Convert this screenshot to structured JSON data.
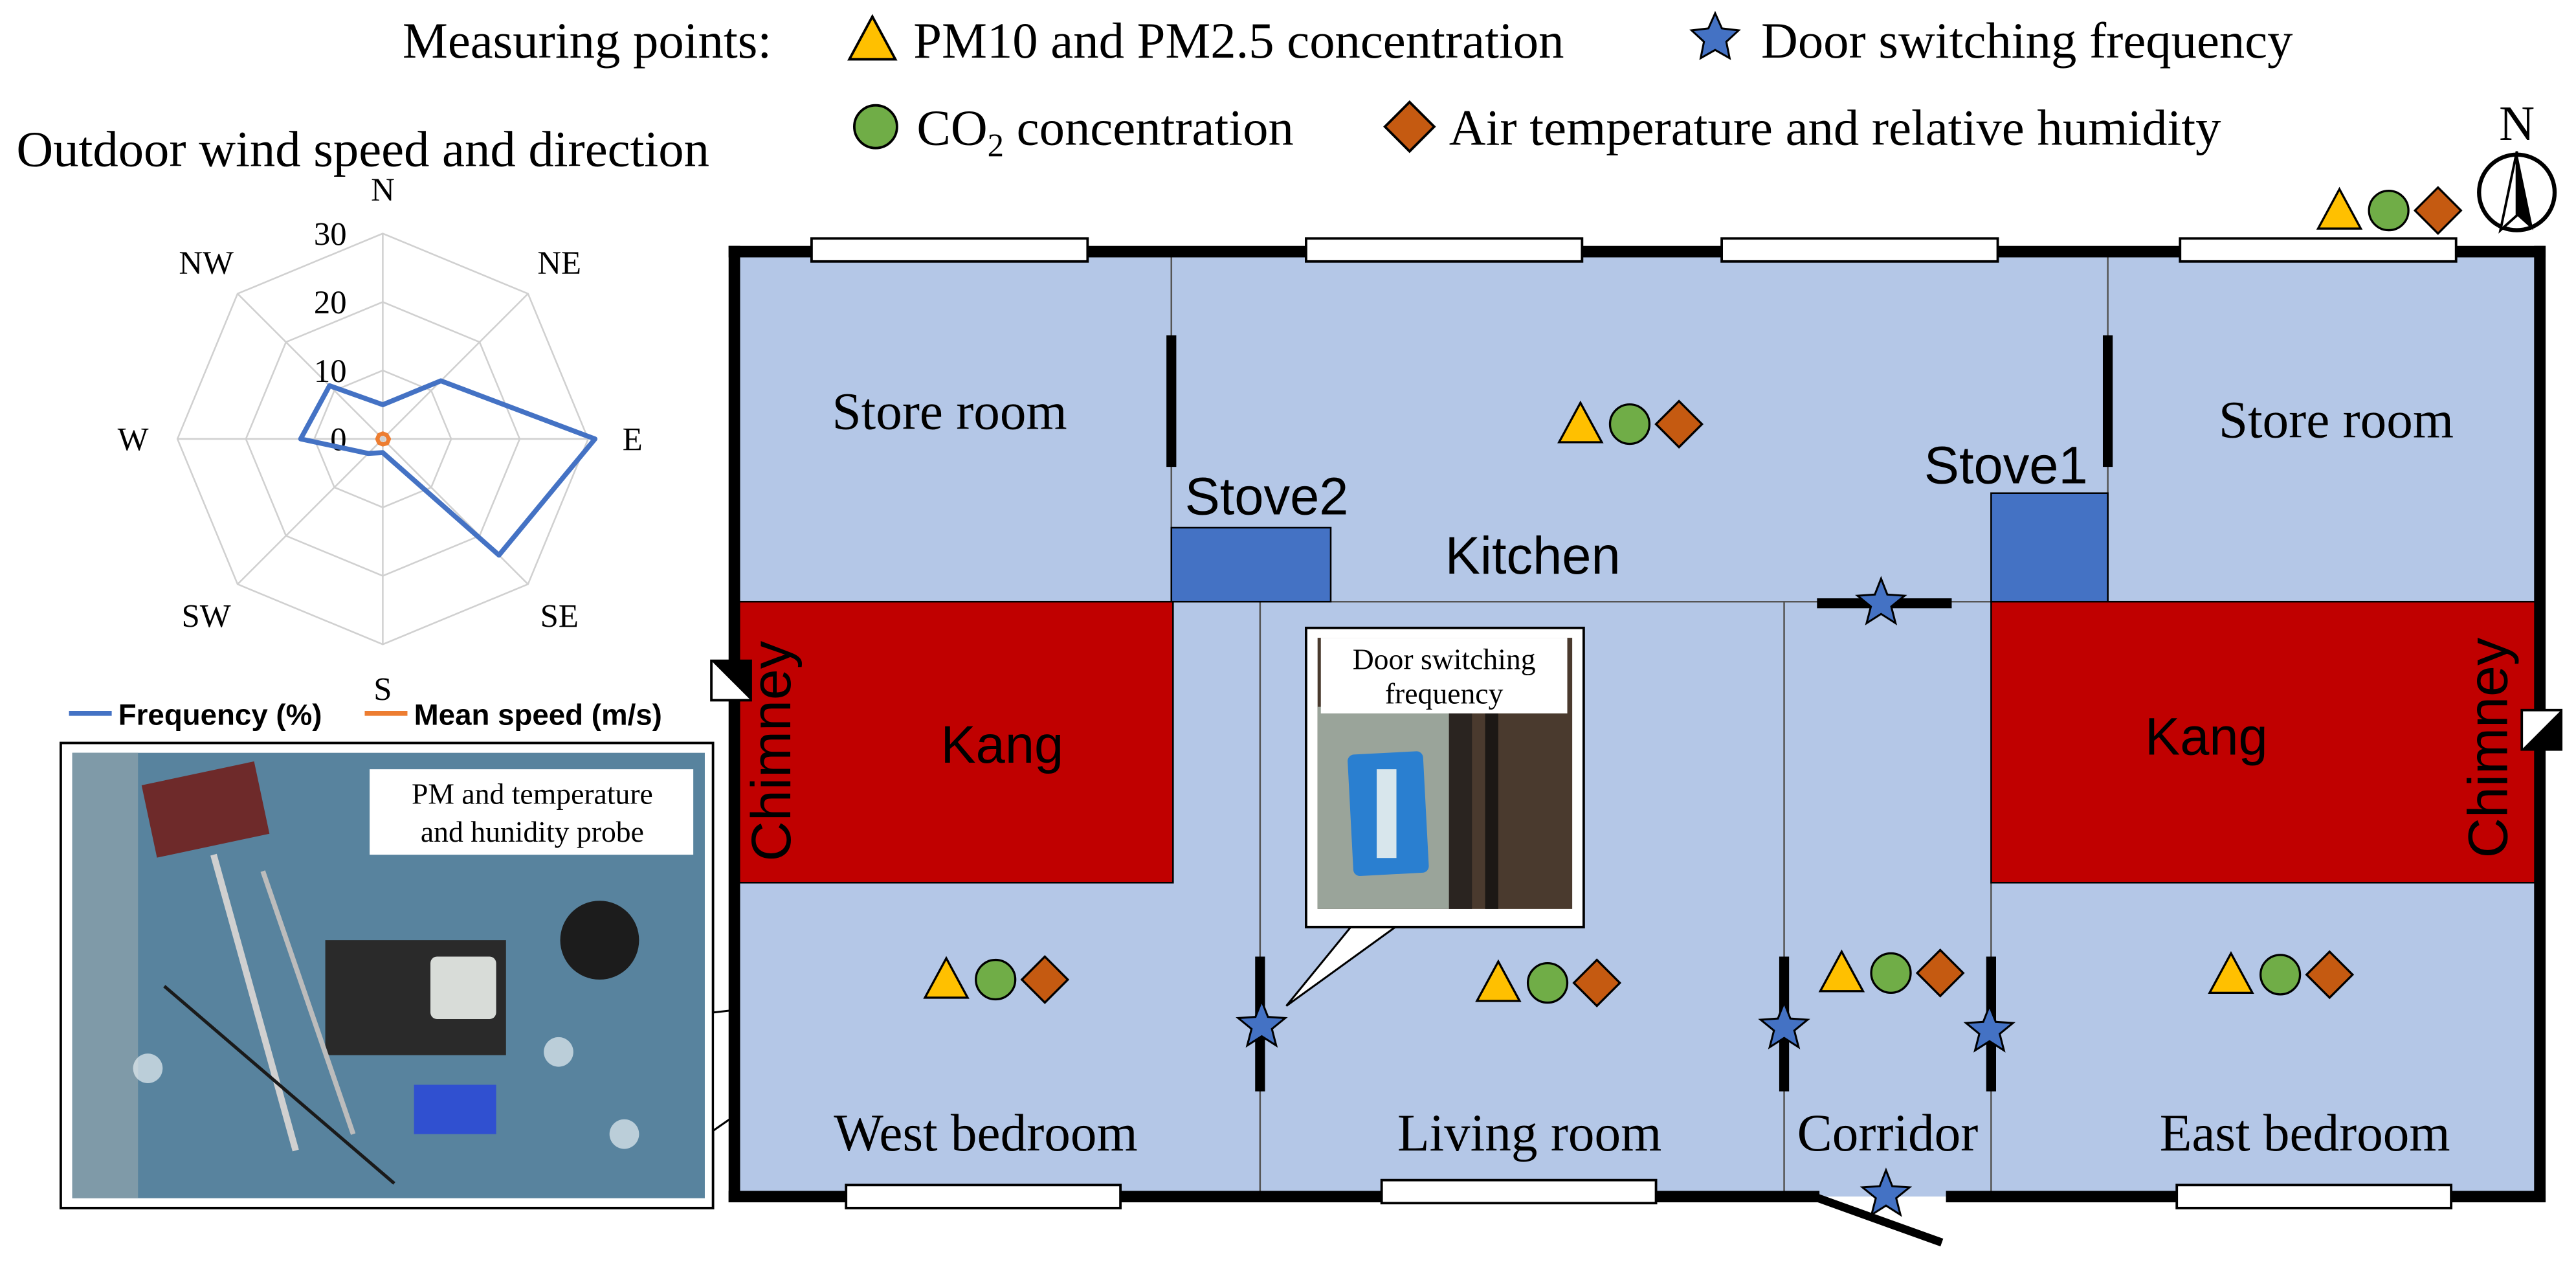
{
  "legend": {
    "prefix": "Measuring points:",
    "pm": "PM10 and PM2.5 concentration",
    "door": "Door switching frequency",
    "co2_main": "CO",
    "co2_sub": "2",
    "co2_rest": " concentration",
    "temp": "Air temperature and relative humidity"
  },
  "wind": {
    "title": "Outdoor wind speed and direction",
    "directions": [
      "N",
      "NE",
      "E",
      "SE",
      "S",
      "SW",
      "W",
      "NW"
    ],
    "ticks": [
      "0",
      "10",
      "20",
      "30"
    ],
    "series_frequency": "Frequency (%)",
    "series_speed": "Mean speed (m/s)"
  },
  "chart_data": {
    "type": "radar",
    "categories": [
      "N",
      "NE",
      "E",
      "SE",
      "S",
      "SW",
      "W",
      "NW"
    ],
    "rlim": [
      0,
      30
    ],
    "ticks": [
      0,
      10,
      20,
      30
    ],
    "series": [
      {
        "name": "Frequency (%)",
        "color": "#4472c4",
        "values": [
          5,
          12,
          31,
          24,
          2,
          3,
          12,
          11
        ]
      },
      {
        "name": "Mean speed (m/s)",
        "color": "#ed7d31",
        "values": [
          0.8,
          0.8,
          0.9,
          0.9,
          0.8,
          0.8,
          0.8,
          0.8
        ]
      }
    ],
    "grid": true,
    "legend_position": "bottom"
  },
  "photo": {
    "caption_line1": "PM and temperature",
    "caption_line2": "and hunidity probe"
  },
  "door_photo": {
    "caption_line1": "Door switching",
    "caption_line2": "frequency"
  },
  "compass": {
    "label": "N"
  },
  "rooms": {
    "store_room_west": "Store room",
    "store_room_east": "Store room",
    "kitchen": "Kitchen",
    "stove2": "Stove2",
    "stove1": "Stove1",
    "kang_west": "Kang",
    "kang_east": "Kang",
    "chimney_west": "Chimney",
    "chimney_east": "Chimney",
    "west_bedroom": "West bedroom",
    "living_room": "Living room",
    "corridor": "Corridor",
    "east_bedroom": "East bedroom"
  },
  "colors": {
    "room_fill": "#b4c7e7",
    "kang": "#c00000",
    "stove": "#4472c4",
    "pm_marker": "#ffc000",
    "co2_marker": "#70ad47",
    "temp_marker": "#c55a11",
    "door_marker": "#4472c4",
    "wall": "#000000"
  }
}
